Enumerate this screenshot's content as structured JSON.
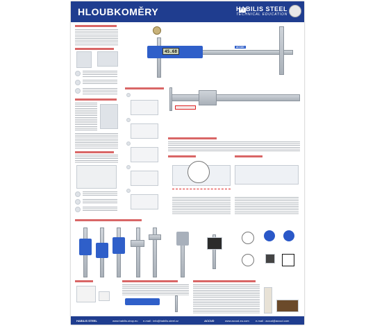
{
  "header": {
    "title": "HLOUBKOMĚRY",
    "brand_badge": "HS",
    "brand_name": "HABILIS STEEL",
    "brand_subtitle": "TECHNICAL EDUCATION"
  },
  "sections": {
    "caliper_brand": "ACCUD",
    "lcd_value": "45.68"
  },
  "footer": {
    "brand": "HABILIS STEEL",
    "web": "www.habilis-shop.eu",
    "email": "e-mail : info@habilis-steel.cz",
    "accud": "ACCUD",
    "accud_web": "www.accud-eu.com",
    "accud_email": "e-mail : accud@accud.com"
  },
  "colors": {
    "header_blue": "#1f3d8f",
    "accent_red": "#c00000",
    "caliper_blue": "#2f5fc9"
  }
}
